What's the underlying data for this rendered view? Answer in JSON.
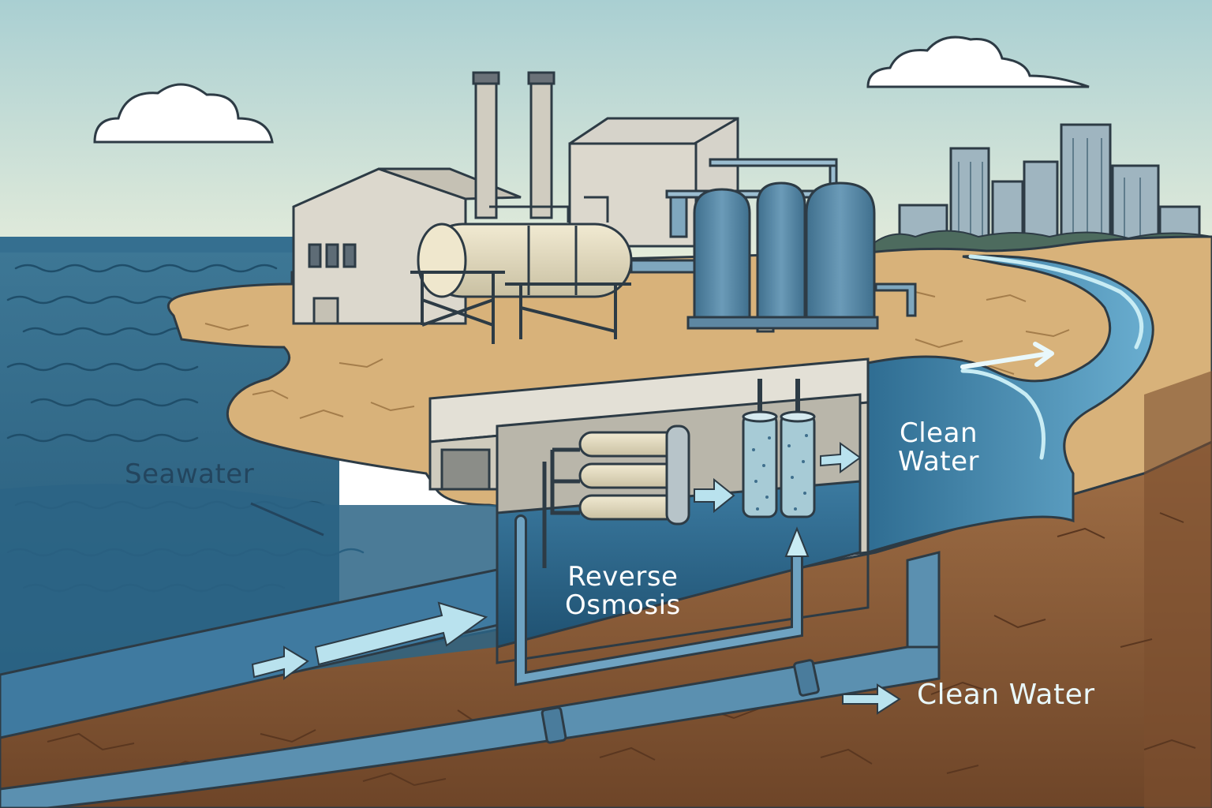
{
  "labels": {
    "seawater": "Seawater",
    "reverse_osmosis_line1": "Reverse",
    "reverse_osmosis_line2": "Osmosis",
    "clean_water_top_line1": "Clean",
    "clean_water_top_line2": "Water",
    "clean_water_bottom": "Clean Water"
  },
  "colors": {
    "sky": "#c9e3e2",
    "sea": "#3b7394",
    "sea_deep": "#245874",
    "sand": "#d6b27d",
    "soil": "#8a5d3a",
    "soil_dark": "#6e4528",
    "building": "#d8d5cc",
    "tank_blue": "#4e7f9d",
    "tank_cream": "#e3dcc2",
    "pipe_blue": "#5b90b0",
    "water_light": "#9fd0df",
    "outline": "#2d3b45",
    "label_dark": "#23455e",
    "label_light": "#ffffff"
  },
  "icons": {
    "flow_arrow": "right-arrow-icon",
    "cloud": "cloud-icon"
  }
}
